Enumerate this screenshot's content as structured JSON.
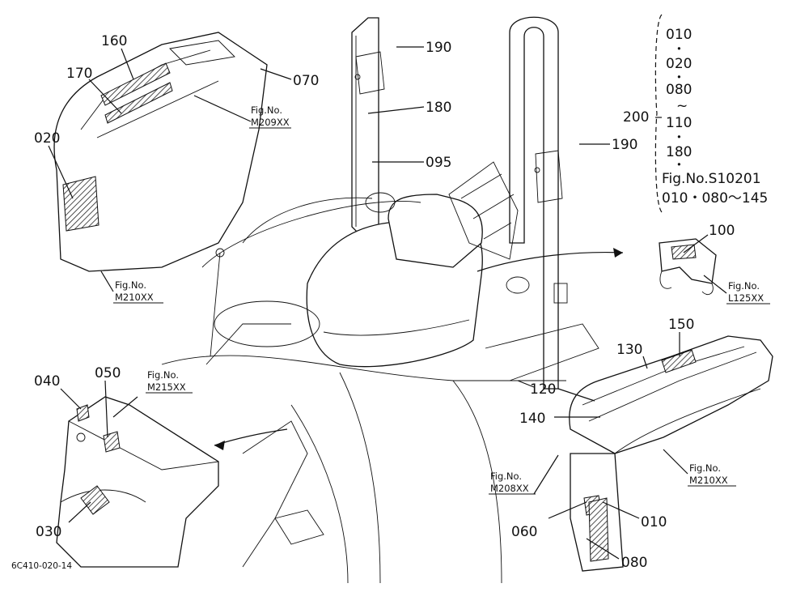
{
  "labels": {
    "l160": "160",
    "l170": "170",
    "l020": "020",
    "l070": "070",
    "l190a": "190",
    "l180": "180",
    "l095": "095",
    "l190b": "190",
    "l200": "200",
    "l100": "100",
    "l040": "040",
    "l050": "050",
    "l030": "030",
    "l120": "120",
    "l130": "130",
    "l150": "150",
    "l140": "140",
    "l060": "060",
    "l010": "010",
    "l080": "080"
  },
  "figrefs": {
    "m209": {
      "line1": "Fig.No.",
      "line2": "M209XX"
    },
    "m210a": {
      "line1": "Fig.No.",
      "line2": "M210XX"
    },
    "m215": {
      "line1": "Fig.No.",
      "line2": "M215XX"
    },
    "l125": {
      "line1": "Fig.No.",
      "line2": "L125XX"
    },
    "m208": {
      "line1": "Fig.No.",
      "line2": "M208XX"
    },
    "m210b": {
      "line1": "Fig.No.",
      "line2": "M210XX"
    }
  },
  "bracket": {
    "items": [
      "010",
      "020",
      "080",
      "110",
      "180"
    ],
    "dot": "•",
    "tilde": "~",
    "fig": "Fig.No.S10201",
    "range": "010・080～145"
  },
  "footer_code": "6C410-020-14"
}
